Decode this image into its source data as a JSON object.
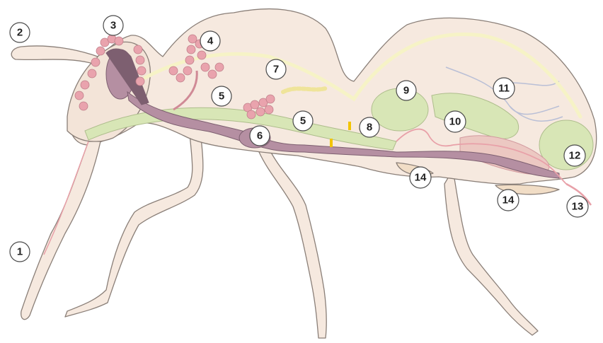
{
  "figure": {
    "callouts": [
      {
        "id": "c1",
        "label": "1"
      },
      {
        "id": "c2",
        "label": "2"
      },
      {
        "id": "c3",
        "label": "3"
      },
      {
        "id": "c4",
        "label": "4"
      },
      {
        "id": "c5a",
        "label": "5"
      },
      {
        "id": "c5b",
        "label": "5"
      },
      {
        "id": "c6",
        "label": "6"
      },
      {
        "id": "c7",
        "label": "7"
      },
      {
        "id": "c8",
        "label": "8"
      },
      {
        "id": "c9",
        "label": "9"
      },
      {
        "id": "c10",
        "label": "10"
      },
      {
        "id": "c11",
        "label": "11"
      },
      {
        "id": "c12",
        "label": "12"
      },
      {
        "id": "c13",
        "label": "13"
      },
      {
        "id": "c14a",
        "label": "14"
      },
      {
        "id": "c14b",
        "label": "14"
      }
    ]
  },
  "colors": {
    "body_fill": "#f6e9df",
    "body_outline": "#8a7f78",
    "nerve": "#7d5f70",
    "gland": "#e9a3ad",
    "gut": "#d8e6b6",
    "crop": "#ecc8c2",
    "trachea": "#b9bfd6",
    "stinger": "#e8a0a8"
  }
}
